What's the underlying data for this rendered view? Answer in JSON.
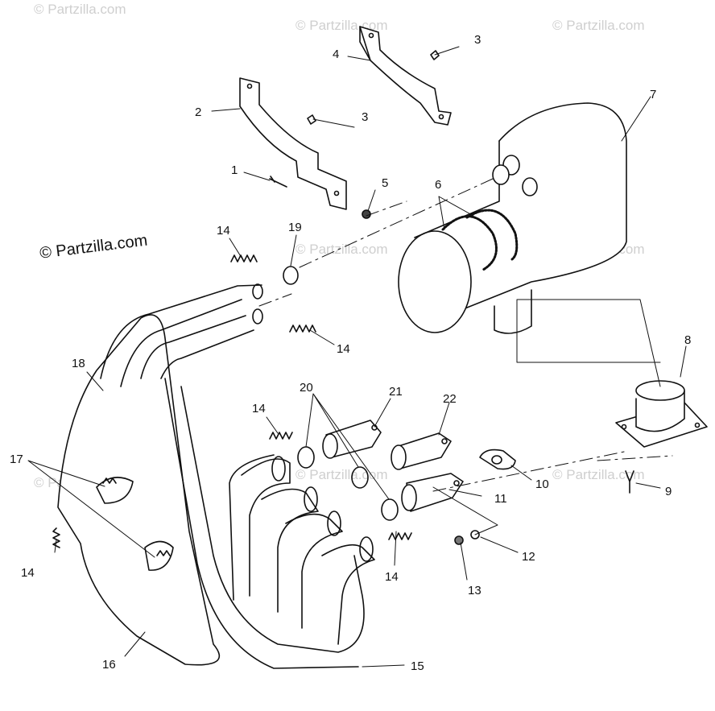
{
  "watermark": {
    "text": "© Partzilla.com"
  },
  "callouts": [
    {
      "key": "c1",
      "label": "1"
    },
    {
      "key": "c2",
      "label": "2"
    },
    {
      "key": "c3a",
      "label": "3"
    },
    {
      "key": "c3b",
      "label": "3"
    },
    {
      "key": "c4",
      "label": "4"
    },
    {
      "key": "c5",
      "label": "5"
    },
    {
      "key": "c6",
      "label": "6"
    },
    {
      "key": "c7",
      "label": "7"
    },
    {
      "key": "c8",
      "label": "8"
    },
    {
      "key": "c9",
      "label": "9"
    },
    {
      "key": "c10",
      "label": "10"
    },
    {
      "key": "c11",
      "label": "11"
    },
    {
      "key": "c12",
      "label": "12"
    },
    {
      "key": "c13",
      "label": "13"
    },
    {
      "key": "c14a",
      "label": "14"
    },
    {
      "key": "c14b",
      "label": "14"
    },
    {
      "key": "c14c",
      "label": "14"
    },
    {
      "key": "c14d",
      "label": "14"
    },
    {
      "key": "c14e",
      "label": "14"
    },
    {
      "key": "c15",
      "label": "15"
    },
    {
      "key": "c16",
      "label": "16"
    },
    {
      "key": "c17",
      "label": "17"
    },
    {
      "key": "c18",
      "label": "18"
    },
    {
      "key": "c19",
      "label": "19"
    },
    {
      "key": "c20",
      "label": "20"
    },
    {
      "key": "c21",
      "label": "21"
    },
    {
      "key": "c22",
      "label": "22"
    }
  ]
}
